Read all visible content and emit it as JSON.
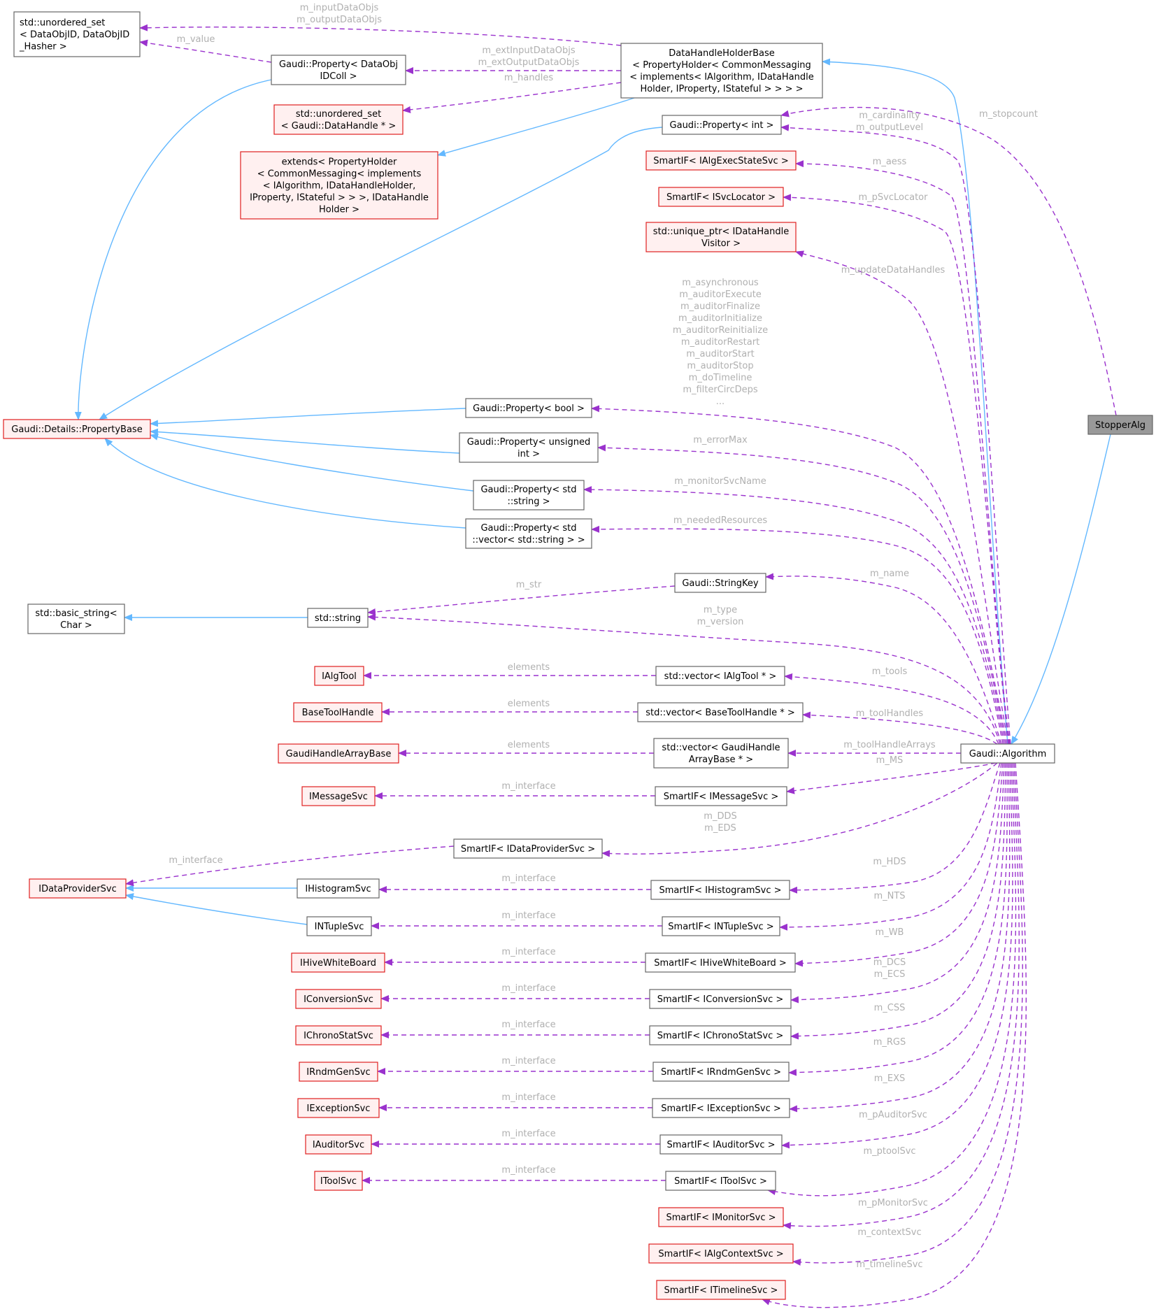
{
  "nodes": [
    {
      "id": "unordered_set_dataobjid",
      "lines": [
        "std::unordered_set",
        "< DataObjID, DataObjID",
        "_Hasher >"
      ],
      "style": "normal",
      "align": "left"
    },
    {
      "id": "property_dataobjidcoll",
      "lines": [
        "Gaudi::Property< DataObj",
        "IDColl >"
      ],
      "style": "normal"
    },
    {
      "id": "datahandleholderbase",
      "lines": [
        "DataHandleHolderBase",
        "< PropertyHolder< CommonMessaging",
        "< implements< IAlgorithm, IDataHandle",
        "Holder, IProperty, IStateful > > > >"
      ],
      "style": "normal"
    },
    {
      "id": "unordered_set_datahandle",
      "lines": [
        "std::unordered_set",
        "< Gaudi::DataHandle * >"
      ],
      "style": "red"
    },
    {
      "id": "extends_propertyholder",
      "lines": [
        "extends< PropertyHolder",
        "< CommonMessaging< implements",
        "< IAlgorithm, IDataHandleHolder,",
        "IProperty, IStateful > > >, IDataHandle",
        "Holder >"
      ],
      "style": "red"
    },
    {
      "id": "property_int",
      "lines": [
        "Gaudi::Property< int >"
      ],
      "style": "normal"
    },
    {
      "id": "smartif_ialgexecstatesvc",
      "lines": [
        "SmartIF< IAlgExecStateSvc >"
      ],
      "style": "red"
    },
    {
      "id": "smartif_isvclocator",
      "lines": [
        "SmartIF< ISvcLocator >"
      ],
      "style": "red"
    },
    {
      "id": "unique_ptr_idatahandlevisitor",
      "lines": [
        "std::unique_ptr< IDataHandle",
        "Visitor >"
      ],
      "style": "red"
    },
    {
      "id": "propertybase",
      "lines": [
        "Gaudi::Details::PropertyBase"
      ],
      "style": "red"
    },
    {
      "id": "property_bool",
      "lines": [
        "Gaudi::Property< bool >"
      ],
      "style": "normal"
    },
    {
      "id": "property_unsigned_int",
      "lines": [
        "Gaudi::Property< unsigned",
        "int >"
      ],
      "style": "normal"
    },
    {
      "id": "property_string",
      "lines": [
        "Gaudi::Property< std",
        "::string >"
      ],
      "style": "normal"
    },
    {
      "id": "property_vector_string",
      "lines": [
        "Gaudi::Property< std",
        "::vector< std::string > >"
      ],
      "style": "normal"
    },
    {
      "id": "stringkey",
      "lines": [
        "Gaudi::StringKey"
      ],
      "style": "normal"
    },
    {
      "id": "basic_string",
      "lines": [
        "std::basic_string<",
        "Char >"
      ],
      "style": "normal"
    },
    {
      "id": "std_string",
      "lines": [
        "std::string"
      ],
      "style": "normal"
    },
    {
      "id": "ialgtool",
      "lines": [
        "IAlgTool"
      ],
      "style": "red"
    },
    {
      "id": "vector_ialgtool",
      "lines": [
        "std::vector< IAlgTool * >"
      ],
      "style": "normal"
    },
    {
      "id": "basetoolhandle",
      "lines": [
        "BaseToolHandle"
      ],
      "style": "red"
    },
    {
      "id": "vector_basetoolhandle",
      "lines": [
        "std::vector< BaseToolHandle * >"
      ],
      "style": "normal"
    },
    {
      "id": "gaudihandlearraybase",
      "lines": [
        "GaudiHandleArrayBase"
      ],
      "style": "red"
    },
    {
      "id": "vector_gaudihandlearraybase",
      "lines": [
        "std::vector< GaudiHandle",
        "ArrayBase * >"
      ],
      "style": "normal"
    },
    {
      "id": "gaudi_algorithm",
      "lines": [
        "Gaudi::Algorithm"
      ],
      "style": "normal"
    },
    {
      "id": "stopperalg",
      "lines": [
        "StopperAlg"
      ],
      "style": "selected"
    },
    {
      "id": "imessagesvc",
      "lines": [
        "IMessageSvc"
      ],
      "style": "red"
    },
    {
      "id": "smartif_imessagesvc",
      "lines": [
        "SmartIF< IMessageSvc >"
      ],
      "style": "normal"
    },
    {
      "id": "smartif_idataprovidersvc",
      "lines": [
        "SmartIF< IDataProviderSvc >"
      ],
      "style": "normal"
    },
    {
      "id": "idataprovidersvc",
      "lines": [
        "IDataProviderSvc"
      ],
      "style": "red"
    },
    {
      "id": "ihistogramsvc",
      "lines": [
        "IHistogramSvc"
      ],
      "style": "normal"
    },
    {
      "id": "smartif_ihistogramsvc",
      "lines": [
        "SmartIF< IHistogramSvc >"
      ],
      "style": "normal"
    },
    {
      "id": "intuplesvc",
      "lines": [
        "INTupleSvc"
      ],
      "style": "normal"
    },
    {
      "id": "smartif_intuplesvc",
      "lines": [
        "SmartIF< INTupleSvc >"
      ],
      "style": "normal"
    },
    {
      "id": "ihivewhiteboard",
      "lines": [
        "IHiveWhiteBoard"
      ],
      "style": "red"
    },
    {
      "id": "smartif_ihivewhiteboard",
      "lines": [
        "SmartIF< IHiveWhiteBoard >"
      ],
      "style": "normal"
    },
    {
      "id": "iconversionsvc",
      "lines": [
        "IConversionSvc"
      ],
      "style": "red"
    },
    {
      "id": "smartif_iconversionsvc",
      "lines": [
        "SmartIF< IConversionSvc >"
      ],
      "style": "normal"
    },
    {
      "id": "ichronostatsvc",
      "lines": [
        "IChronoStatSvc"
      ],
      "style": "red"
    },
    {
      "id": "smartif_ichronostatsvc",
      "lines": [
        "SmartIF< IChronoStatSvc >"
      ],
      "style": "normal"
    },
    {
      "id": "irndmgensvc",
      "lines": [
        "IRndmGenSvc"
      ],
      "style": "red"
    },
    {
      "id": "smartif_irndmgensvc",
      "lines": [
        "SmartIF< IRndmGenSvc >"
      ],
      "style": "normal"
    },
    {
      "id": "iexceptionsvc",
      "lines": [
        "IExceptionSvc"
      ],
      "style": "red"
    },
    {
      "id": "smartif_iexceptionsvc",
      "lines": [
        "SmartIF< IExceptionSvc >"
      ],
      "style": "normal"
    },
    {
      "id": "iauditorsvc",
      "lines": [
        "IAuditorSvc"
      ],
      "style": "red"
    },
    {
      "id": "smartif_iauditorsvc",
      "lines": [
        "SmartIF< IAuditorSvc >"
      ],
      "style": "normal"
    },
    {
      "id": "itoolsvc",
      "lines": [
        "IToolSvc"
      ],
      "style": "red"
    },
    {
      "id": "smartif_itoolsvc",
      "lines": [
        "SmartIF< IToolSvc >"
      ],
      "style": "normal"
    },
    {
      "id": "smartif_imonitorsvc",
      "lines": [
        "SmartIF< IMonitorSvc >"
      ],
      "style": "red"
    },
    {
      "id": "smartif_ialgcontextsvc",
      "lines": [
        "SmartIF< IAlgContextSvc >"
      ],
      "style": "red"
    },
    {
      "id": "smartif_itimelinesvc",
      "lines": [
        "SmartIF< ITimelineSvc >"
      ],
      "style": "red"
    }
  ],
  "edge_labels": [
    {
      "id": "lbl_inputdataobjs",
      "lines": [
        "m_inputDataObjs",
        "m_outputDataObjs"
      ]
    },
    {
      "id": "lbl_value",
      "lines": [
        "m_value"
      ]
    },
    {
      "id": "lbl_extinput",
      "lines": [
        "m_extInputDataObjs",
        "m_extOutputDataObjs"
      ]
    },
    {
      "id": "lbl_handles",
      "lines": [
        "m_handles"
      ]
    },
    {
      "id": "lbl_stopcount",
      "lines": [
        "m_stopcount"
      ]
    },
    {
      "id": "lbl_cardinality",
      "lines": [
        "m_cardinality",
        "m_outputLevel"
      ]
    },
    {
      "id": "lbl_aess",
      "lines": [
        "m_aess"
      ]
    },
    {
      "id": "lbl_psvclocator",
      "lines": [
        "m_pSvcLocator"
      ]
    },
    {
      "id": "lbl_updatedatahandles",
      "lines": [
        "m_updateDataHandles"
      ]
    },
    {
      "id": "lbl_bool_members",
      "lines": [
        "m_asynchronous",
        "m_auditorExecute",
        "m_auditorFinalize",
        "m_auditorInitialize",
        "m_auditorReinitialize",
        "m_auditorRestart",
        "m_auditorStart",
        "m_auditorStop",
        "m_doTimeline",
        "m_filterCircDeps",
        "..."
      ]
    },
    {
      "id": "lbl_errormax",
      "lines": [
        "m_errorMax"
      ]
    },
    {
      "id": "lbl_monitorsvcname",
      "lines": [
        "m_monitorSvcName"
      ]
    },
    {
      "id": "lbl_neededresources",
      "lines": [
        "m_neededResources"
      ]
    },
    {
      "id": "lbl_name",
      "lines": [
        "m_name"
      ]
    },
    {
      "id": "lbl_str",
      "lines": [
        "m_str"
      ]
    },
    {
      "id": "lbl_type_version",
      "lines": [
        "m_type",
        "m_version"
      ]
    },
    {
      "id": "lbl_elements_1",
      "lines": [
        "elements"
      ]
    },
    {
      "id": "lbl_tools",
      "lines": [
        "m_tools"
      ]
    },
    {
      "id": "lbl_elements_2",
      "lines": [
        "elements"
      ]
    },
    {
      "id": "lbl_toolhandles",
      "lines": [
        "m_toolHandles"
      ]
    },
    {
      "id": "lbl_elements_3",
      "lines": [
        "elements"
      ]
    },
    {
      "id": "lbl_toolhandlearrays",
      "lines": [
        "m_toolHandleArrays"
      ]
    },
    {
      "id": "lbl_ms",
      "lines": [
        "m_MS"
      ]
    },
    {
      "id": "lbl_interface_msg",
      "lines": [
        "m_interface"
      ]
    },
    {
      "id": "lbl_dds_eds",
      "lines": [
        "m_DDS",
        "m_EDS"
      ]
    },
    {
      "id": "lbl_interface_dp",
      "lines": [
        "m_interface"
      ]
    },
    {
      "id": "lbl_interface_hist",
      "lines": [
        "m_interface"
      ]
    },
    {
      "id": "lbl_hds",
      "lines": [
        "m_HDS"
      ]
    },
    {
      "id": "lbl_interface_nt",
      "lines": [
        "m_interface"
      ]
    },
    {
      "id": "lbl_nts",
      "lines": [
        "m_NTS"
      ]
    },
    {
      "id": "lbl_interface_wb",
      "lines": [
        "m_interface"
      ]
    },
    {
      "id": "lbl_wb",
      "lines": [
        "m_WB"
      ]
    },
    {
      "id": "lbl_interface_conv",
      "lines": [
        "m_interface"
      ]
    },
    {
      "id": "lbl_dcs_ecs",
      "lines": [
        "m_DCS",
        "m_ECS"
      ]
    },
    {
      "id": "lbl_interface_chrono",
      "lines": [
        "m_interface"
      ]
    },
    {
      "id": "lbl_css",
      "lines": [
        "m_CSS"
      ]
    },
    {
      "id": "lbl_interface_rndm",
      "lines": [
        "m_interface"
      ]
    },
    {
      "id": "lbl_rgs",
      "lines": [
        "m_RGS"
      ]
    },
    {
      "id": "lbl_interface_exc",
      "lines": [
        "m_interface"
      ]
    },
    {
      "id": "lbl_exs",
      "lines": [
        "m_EXS"
      ]
    },
    {
      "id": "lbl_interface_aud",
      "lines": [
        "m_interface"
      ]
    },
    {
      "id": "lbl_pauditorsvc",
      "lines": [
        "m_pAuditorSvc"
      ]
    },
    {
      "id": "lbl_interface_tool",
      "lines": [
        "m_interface"
      ]
    },
    {
      "id": "lbl_ptoolsvc",
      "lines": [
        "m_ptoolSvc"
      ]
    },
    {
      "id": "lbl_pmonitorsvc",
      "lines": [
        "m_pMonitorSvc"
      ]
    },
    {
      "id": "lbl_contextsvc",
      "lines": [
        "m_contextSvc"
      ]
    },
    {
      "id": "lbl_timelinesvc",
      "lines": [
        "m_timelineSvc"
      ]
    }
  ],
  "colors": {
    "inheritance_edge": "#63b8ff",
    "usage_edge": "#9a32cd",
    "edge_label": "#b0b0b0",
    "node_border": "#666666",
    "missing_node_border": "#e02020",
    "missing_node_fill": "#fff0f0",
    "selected_node_fill": "#999999"
  }
}
